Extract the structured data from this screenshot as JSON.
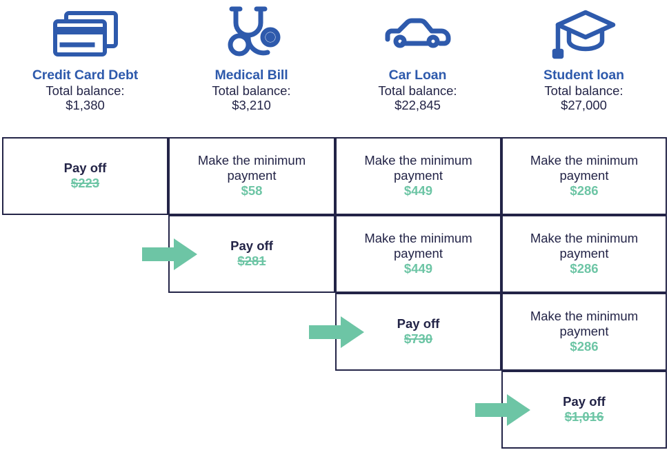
{
  "colors": {
    "heading_blue": "#2E5AAC",
    "icon_blue": "#2E5AAC",
    "text_navy": "#232447",
    "amount_green": "#6DC5A5",
    "arrow_green": "#6DC5A5",
    "border_navy": "#232447",
    "background": "#FFFFFF"
  },
  "debts": [
    {
      "icon": "credit-cards-icon",
      "name": "Credit Card Debt",
      "balance_label": "Total balance:",
      "balance_value": "$1,380"
    },
    {
      "icon": "stethoscope-icon",
      "name": "Medical Bill",
      "balance_label": "Total balance:",
      "balance_value": "$3,210"
    },
    {
      "icon": "car-icon",
      "name": "Car Loan",
      "balance_label": "Total balance:",
      "balance_value": "$22,845"
    },
    {
      "icon": "graduation-cap-icon",
      "name": "Student loan",
      "balance_label": "Total balance:",
      "balance_value": "$27,000"
    }
  ],
  "rows": [
    {
      "cells": [
        {
          "column": 0,
          "action": "Pay off",
          "amount": "$223",
          "payoff": true,
          "struck": true,
          "arrow": false
        },
        {
          "column": 1,
          "action": "Make the minimum payment",
          "amount": "$58",
          "payoff": false,
          "struck": false,
          "arrow": false
        },
        {
          "column": 2,
          "action": "Make the minimum payment",
          "amount": "$449",
          "payoff": false,
          "struck": false,
          "arrow": false
        },
        {
          "column": 3,
          "action": "Make the minimum payment",
          "amount": "$286",
          "payoff": false,
          "struck": false,
          "arrow": false
        }
      ]
    },
    {
      "cells": [
        {
          "column": 1,
          "action": "Pay off",
          "amount": "$281",
          "payoff": true,
          "struck": true,
          "arrow": true
        },
        {
          "column": 2,
          "action": "Make the minimum payment",
          "amount": "$449",
          "payoff": false,
          "struck": false,
          "arrow": false
        },
        {
          "column": 3,
          "action": "Make the minimum payment",
          "amount": "$286",
          "payoff": false,
          "struck": false,
          "arrow": false
        }
      ]
    },
    {
      "cells": [
        {
          "column": 2,
          "action": "Pay off",
          "amount": "$730",
          "payoff": true,
          "struck": true,
          "arrow": true
        },
        {
          "column": 3,
          "action": "Make the minimum payment",
          "amount": "$286",
          "payoff": false,
          "struck": false,
          "arrow": false
        }
      ]
    },
    {
      "cells": [
        {
          "column": 3,
          "action": "Pay off",
          "amount": "$1,016",
          "payoff": true,
          "struck": true,
          "arrow": true
        }
      ]
    }
  ]
}
